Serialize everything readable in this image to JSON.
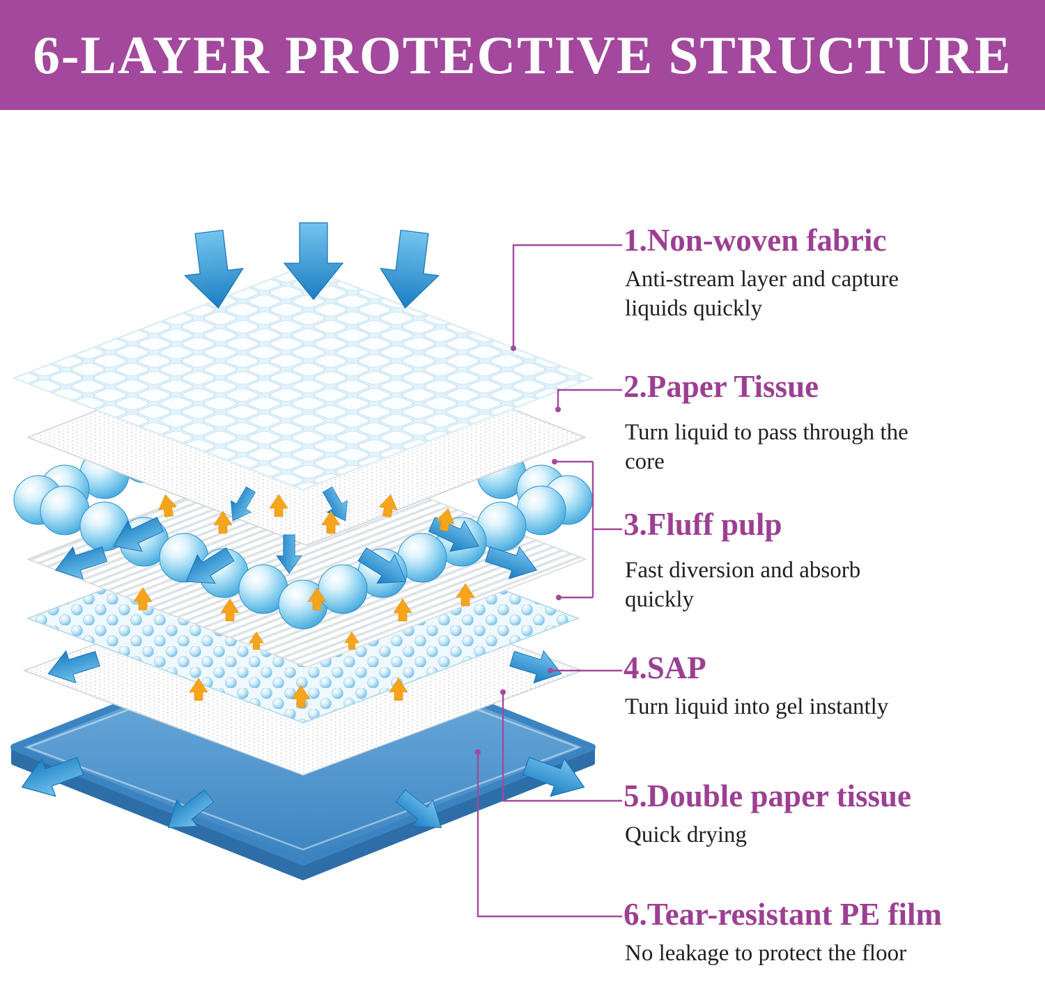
{
  "banner": {
    "title": "6-LAYER PROTECTIVE STRUCTURE"
  },
  "labels": [
    {
      "heading": "1.Non-woven fabric",
      "description": "Anti-stream layer and capture liquids quickly"
    },
    {
      "heading": "2.Paper Tissue",
      "description": "Turn liquid to pass through the core"
    },
    {
      "heading": "3.Fluff  pulp",
      "description": "Fast diversion and absorb quickly"
    },
    {
      "heading": "4.SAP",
      "description": "Turn liquid into gel instantly"
    },
    {
      "heading": "5.Double paper tissue",
      "description": "Quick drying"
    },
    {
      "heading": "6.Tear-resistant PE film",
      "description": "No leakage to protect the floor"
    }
  ],
  "diagram": {
    "layer_names": [
      "non-woven fabric",
      "paper tissue",
      "fluff pulp",
      "SAP",
      "double paper tissue",
      "tear-resistant PE film"
    ]
  },
  "colors": {
    "banner_bg": "#a3489c",
    "heading": "#9c3f92",
    "body_text": "#1f1f1f",
    "connector": "#a3489c",
    "arrow_blue": "#2a8fd0",
    "bubble_blue": "#8fd0ef",
    "pe_film_blue": "#4e95cf",
    "orange_arrow": "#f7a41d"
  }
}
